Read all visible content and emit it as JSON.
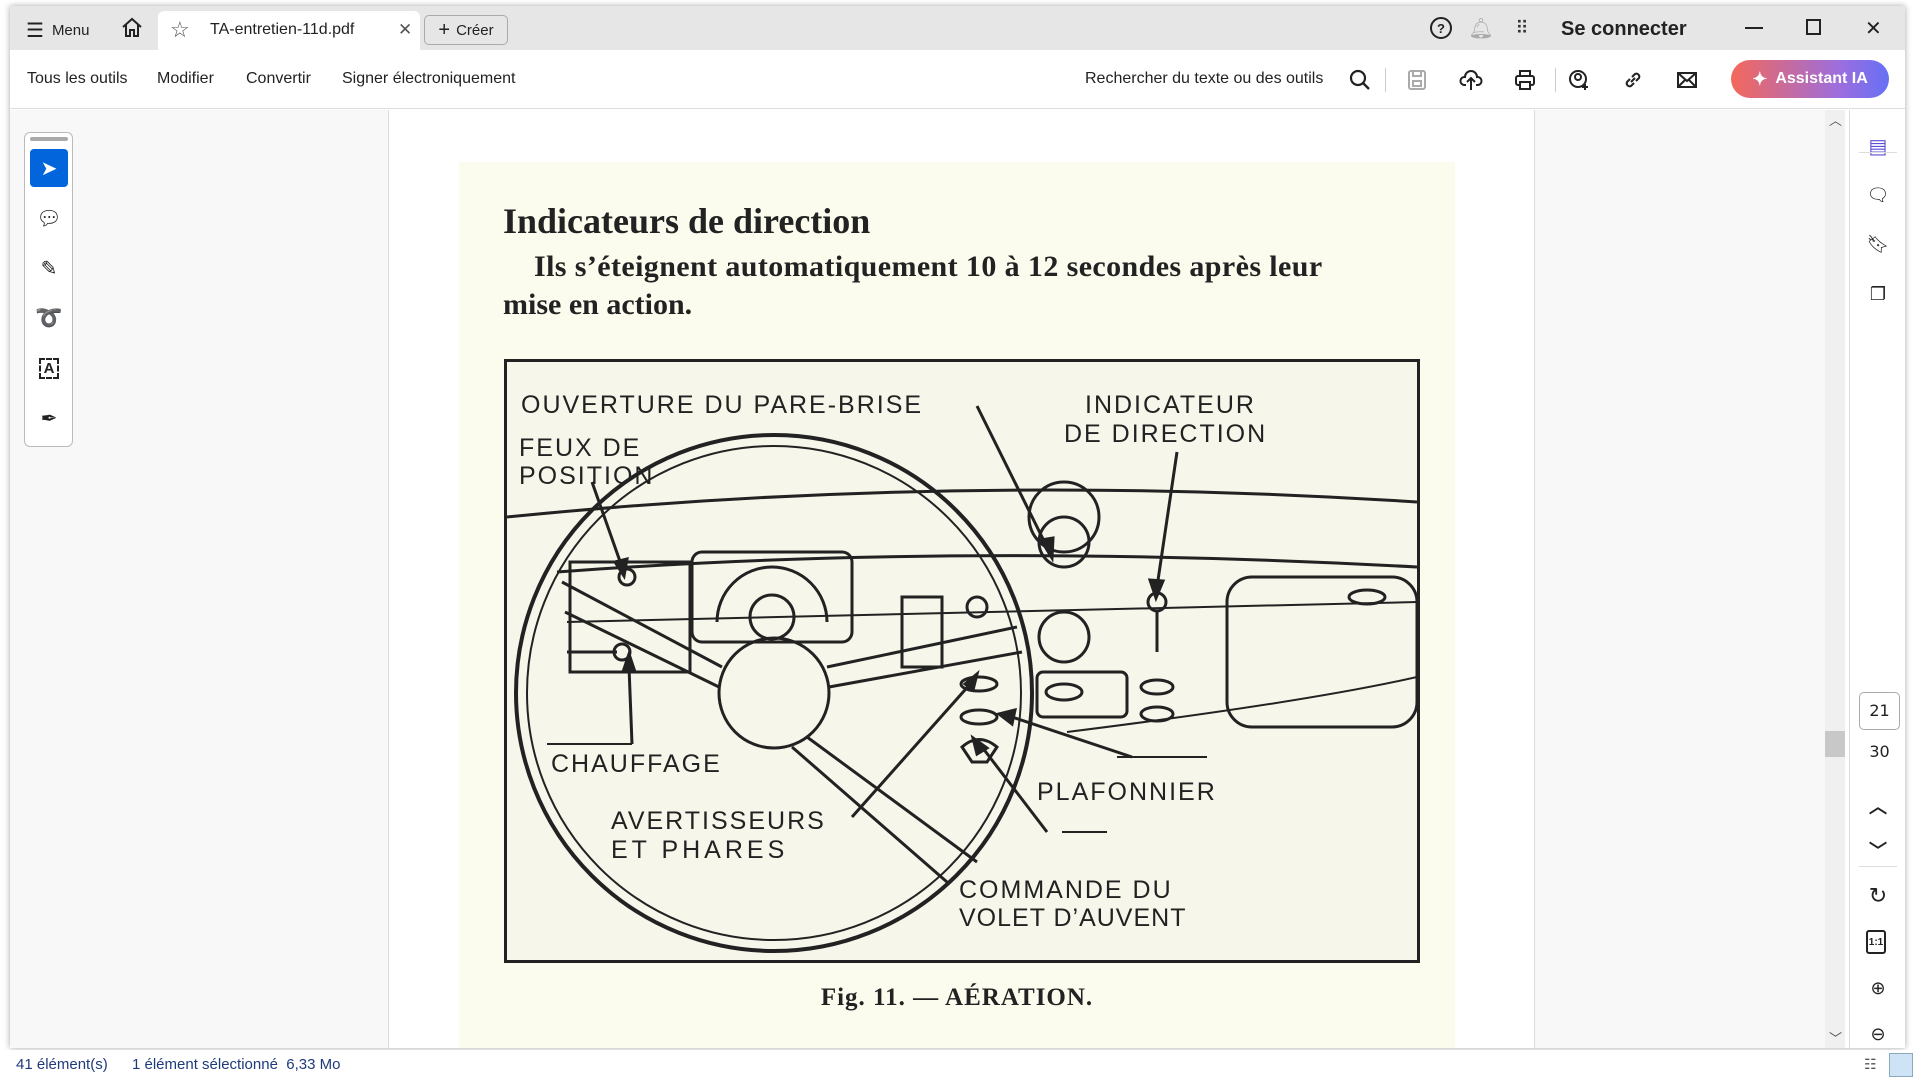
{
  "tabbar": {
    "menu_label": "Menu",
    "tab_title": "TA-entretien-11d.pdf",
    "create_label": "Créer",
    "sign_in": "Se connecter"
  },
  "toolbar": {
    "items": [
      "Tous les outils",
      "Modifier",
      "Convertir",
      "Signer électroniquement"
    ],
    "search_label": "Rechercher du texte ou des outils",
    "assistant_label": "Assistant IA"
  },
  "document": {
    "heading": "Indicateurs de direction",
    "line1": "Ils s’éteignent automatiquement 10 à 12 secondes après leur",
    "line2": "mise en action.",
    "figure": {
      "labels": {
        "pare_brise": "OUVERTURE DU PARE-BRISE",
        "feux1": "FEUX DE",
        "feux2": "POSITION",
        "ind1": "INDICATEUR",
        "ind2": "DE DIRECTION",
        "chauffage": "CHAUFFAGE",
        "avert1": "AVERTISSEURS",
        "avert2": "ET PHARES",
        "plafonnier": "PLAFONNIER",
        "cmd1": "COMMANDE DU",
        "cmd2": "VOLET D’AUVENT"
      },
      "caption": "Fig. 11. — AÉRATION."
    }
  },
  "pagenav": {
    "current": "21",
    "total": "30"
  },
  "status": {
    "count": "41 élément(s)",
    "selection": "1 élément sélectionné  6,33 Mo"
  },
  "colors": {
    "accent": "#0265dc",
    "assistant_start": "#f4685a",
    "assistant_end": "#6670f5",
    "page": "#fbfbee"
  }
}
